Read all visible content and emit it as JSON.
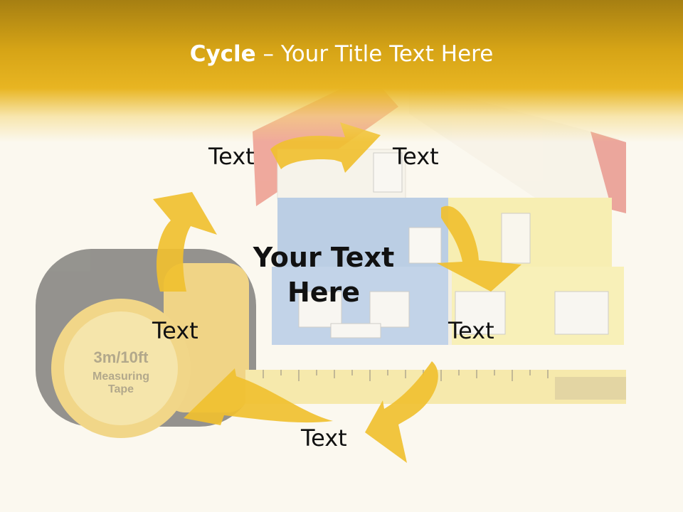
{
  "title": {
    "bold": "Cycle",
    "rest": " – Your Title Text Here"
  },
  "center_text": {
    "line1": "Your Text",
    "line2": "Here"
  },
  "nodes": [
    "Text",
    "Text",
    "Text",
    "Text",
    "Text"
  ],
  "tape_measure": {
    "line1": "3m/10ft",
    "line2": "Measuring",
    "line3": "Tape"
  },
  "colors": {
    "header": "#e8b522",
    "arrow": "#f0c030",
    "text": "#111111"
  }
}
